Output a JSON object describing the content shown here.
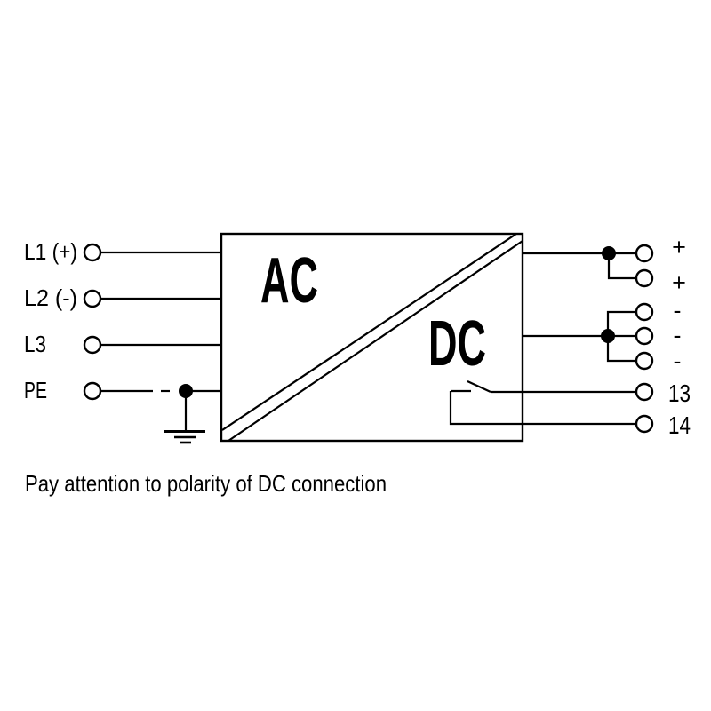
{
  "diagram": {
    "converter": {
      "input_side_label": "AC",
      "output_side_label": "DC"
    },
    "input_terminals": [
      {
        "label": "L1 (+)"
      },
      {
        "label": "L2 (-)"
      },
      {
        "label": "L3"
      },
      {
        "label": "PE"
      }
    ],
    "output_terminals": [
      {
        "label": "+"
      },
      {
        "label": "+"
      },
      {
        "label": "-"
      },
      {
        "label": "-"
      },
      {
        "label": "-"
      },
      {
        "label": "13"
      },
      {
        "label": "14"
      }
    ],
    "caption": "Pay attention to polarity of DC connection",
    "colors": {
      "line": "#000000",
      "background": "#ffffff"
    }
  }
}
